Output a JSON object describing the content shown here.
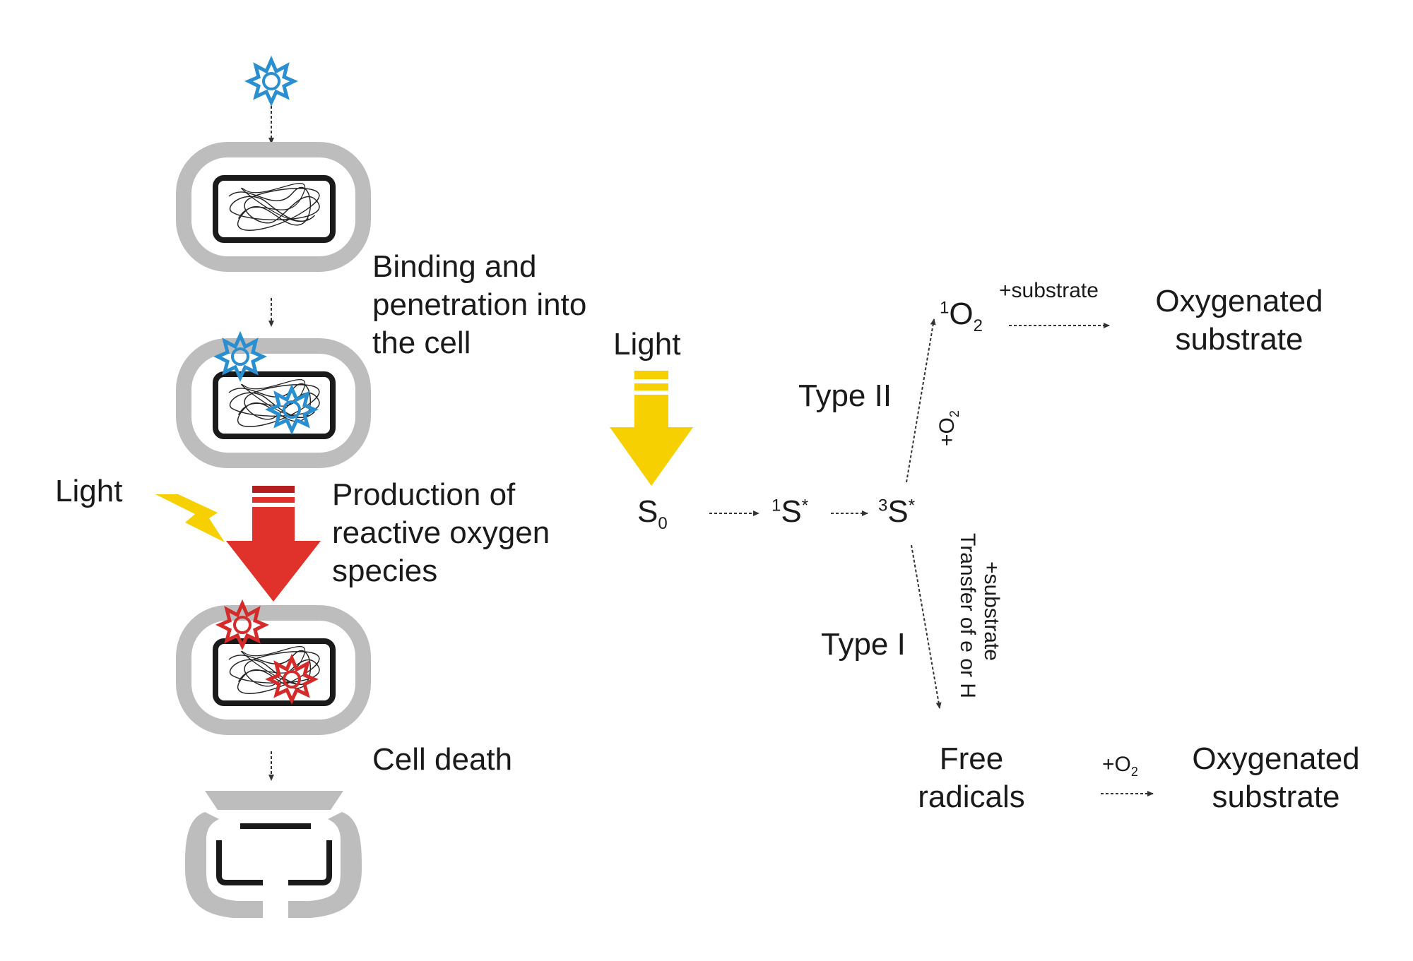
{
  "left_panel": {
    "step1_label": [
      "Binding and",
      "penetration into",
      "the cell"
    ],
    "step2_label": [
      "Production of",
      "reactive oxygen",
      "species"
    ],
    "step3_label": "Cell death",
    "light_label": "Light"
  },
  "right_panel": {
    "light_label": "Light",
    "s0": {
      "base": "S",
      "sub": "0"
    },
    "singlet_excited": {
      "sup": "1",
      "base": "S",
      "sup2": "*"
    },
    "triplet_excited": {
      "sup": "3",
      "base": "S",
      "sup2": "*"
    },
    "singlet_oxygen": {
      "sup": "1",
      "base": "O",
      "sub": "2"
    },
    "type2_label": "Type II",
    "type1_label": "Type I",
    "plus_o2_rotated": {
      "base": "+O",
      "sub": "2"
    },
    "plus_substrate_top": "+substrate",
    "oxygenated_top": [
      "Oxygenated",
      "substrate"
    ],
    "plus_substrate_rotated": "+substrate",
    "transfer_rotated": "Transfer of e or H",
    "free_radicals": [
      "Free",
      "radicals"
    ],
    "plus_o2_bottom": {
      "base": "+O",
      "sub": "2"
    },
    "oxygenated_bottom": [
      "Oxygenated",
      "substrate"
    ]
  },
  "colors": {
    "photosensitizer_blue": "#2a8fd0",
    "photosensitizer_red": "#d42a2a",
    "light_yellow": "#f6d000",
    "arrow_red": "#e0322a",
    "arrow_red_dark": "#b31e1e",
    "cell_wall_gray": "#bdbdbd",
    "membrane_black": "#1a1a1a"
  }
}
